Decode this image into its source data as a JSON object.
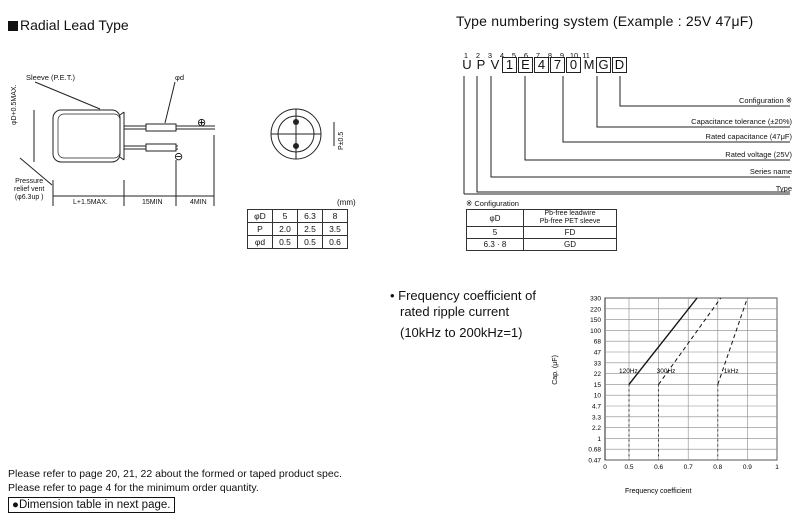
{
  "left": {
    "heading": "Radial Lead Type",
    "labels": {
      "sleeve": "Sleeve (P.E.T.)",
      "phi_d": "φd",
      "d_max": "φD+0.5MAX.",
      "pressure": [
        "Pressure",
        "relief vent",
        "(φ6.3up )"
      ],
      "l_max": "L+1.5MAX.",
      "len15": "15MIN",
      "len4": "4MIN",
      "p_pm": "P±0.5",
      "plus": "⊕",
      "minus": "⊖"
    },
    "dim_table": {
      "unit": "(mm)",
      "rows": [
        [
          "φD",
          "5",
          "6.3",
          "8"
        ],
        [
          "P",
          "2.0",
          "2.5",
          "3.5"
        ],
        [
          "φd",
          "0.5",
          "0.5",
          "0.6"
        ]
      ]
    }
  },
  "numbering": {
    "title": "Type numbering system (Example : 25V 47μF)",
    "positions": [
      "1",
      "2",
      "3",
      "4",
      "5",
      "6",
      "7",
      "8",
      "9",
      "10",
      "11"
    ],
    "chars": [
      "U",
      "P",
      "V",
      "1",
      "E",
      "4",
      "7",
      "0",
      "M",
      "G",
      "D"
    ],
    "boxed": [
      false,
      false,
      false,
      true,
      true,
      true,
      true,
      true,
      false,
      true,
      true
    ],
    "labels": [
      "Configuration ※",
      "Capacitance tolerance (±20%)",
      "Rated capacitance (47μF)",
      "Rated voltage (25V)",
      "Series name",
      "Type"
    ],
    "config": {
      "title": "※ Configuration",
      "header": [
        "φD",
        "Pb-free leadwire\nPb-free PET sleeve"
      ],
      "rows": [
        [
          "5",
          "FD"
        ],
        [
          "6.3 · 8",
          "GD"
        ]
      ]
    }
  },
  "frequency": {
    "title_line1": "• Frequency coefficient of",
    "title_line2": "rated ripple current",
    "title_line3": "(10kHz to 200kHz=1)"
  },
  "chart_data": {
    "type": "line",
    "title": "",
    "xlabel": "Frequency coefficient",
    "ylabel": "Cap. (μF)",
    "x_ticks": [
      "0",
      "0.5",
      "0.6",
      "0.7",
      "0.8",
      "0.9",
      "1"
    ],
    "y_ticks": [
      "0.47",
      "0.68",
      "1",
      "2.2",
      "3.3",
      "4.7",
      "10",
      "15",
      "22",
      "33",
      "47",
      "68",
      "100",
      "150",
      "220",
      "330"
    ],
    "series": [
      {
        "name": "120Hz",
        "points": [
          [
            0.5,
            15
          ],
          [
            0.73,
            330
          ]
        ]
      },
      {
        "name": "300Hz",
        "points": [
          [
            0.6,
            15
          ],
          [
            0.81,
            330
          ]
        ]
      },
      {
        "name": "1kHz",
        "points": [
          [
            0.8,
            15
          ],
          [
            0.9,
            330
          ]
        ]
      }
    ]
  },
  "notes": [
    "Please refer to page 20, 21, 22 about the formed or taped product spec.",
    "Please refer to page 4 for the minimum order quantity."
  ],
  "dim_next": "●Dimension table in next page."
}
